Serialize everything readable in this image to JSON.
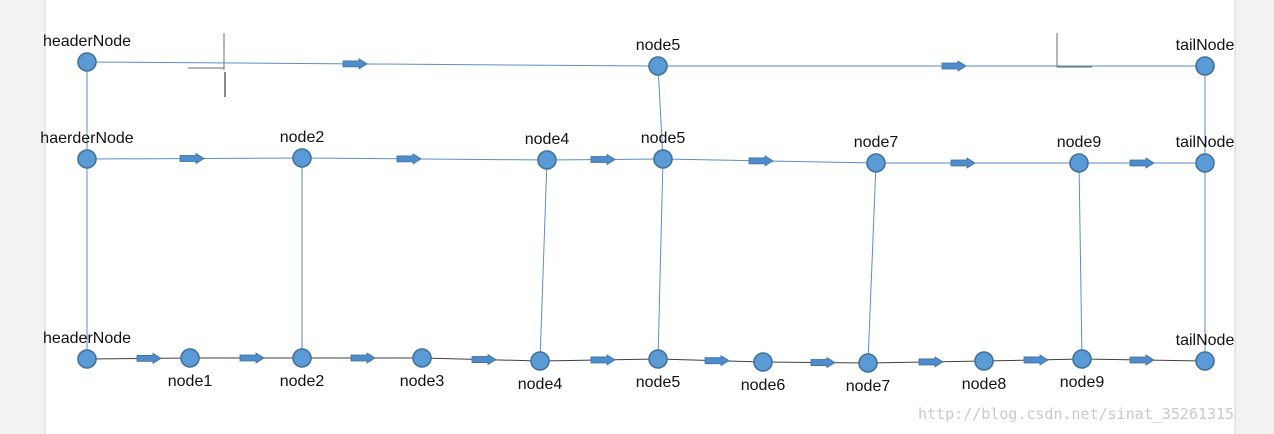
{
  "levels": {
    "top": {
      "nodes": [
        {
          "id": "t-header",
          "label": "headerNode"
        },
        {
          "id": "t-node5",
          "label": "node5"
        },
        {
          "id": "t-tail",
          "label": "tailNode"
        }
      ]
    },
    "middle": {
      "nodes": [
        {
          "id": "m-header",
          "label": "haerderNode"
        },
        {
          "id": "m-node2",
          "label": "node2"
        },
        {
          "id": "m-node4",
          "label": "node4"
        },
        {
          "id": "m-node5",
          "label": "node5"
        },
        {
          "id": "m-node7",
          "label": "node7"
        },
        {
          "id": "m-node9",
          "label": "node9"
        },
        {
          "id": "m-tail",
          "label": "tailNode"
        }
      ]
    },
    "bottom": {
      "nodes": [
        {
          "id": "b-header",
          "label": "headerNode"
        },
        {
          "id": "b-node1",
          "label": "node1"
        },
        {
          "id": "b-node2",
          "label": "node2"
        },
        {
          "id": "b-node3",
          "label": "node3"
        },
        {
          "id": "b-node4",
          "label": "node4"
        },
        {
          "id": "b-node5",
          "label": "node5"
        },
        {
          "id": "b-node6",
          "label": "node6"
        },
        {
          "id": "b-node7",
          "label": "node7"
        },
        {
          "id": "b-node8",
          "label": "node8"
        },
        {
          "id": "b-node9",
          "label": "node9"
        },
        {
          "id": "b-tail",
          "label": "tailNode"
        }
      ]
    }
  },
  "vertical_links": [
    [
      "t-header",
      "m-header"
    ],
    [
      "m-header",
      "b-header"
    ],
    [
      "t-node5",
      "m-node5"
    ],
    [
      "m-node5",
      "b-node5"
    ],
    [
      "t-tail",
      "m-tail"
    ],
    [
      "m-tail",
      "b-tail"
    ],
    [
      "m-node2",
      "b-node2"
    ],
    [
      "m-node4",
      "b-node4"
    ],
    [
      "m-node7",
      "b-node7"
    ],
    [
      "m-node9",
      "b-node9"
    ]
  ],
  "colors": {
    "node_fill": "#5b9bd5",
    "node_stroke": "#41719c",
    "link": "#5a8ec5",
    "watermark": "#c9c9c9"
  },
  "watermark": "http://blog.csdn.net/sinat_35261315"
}
